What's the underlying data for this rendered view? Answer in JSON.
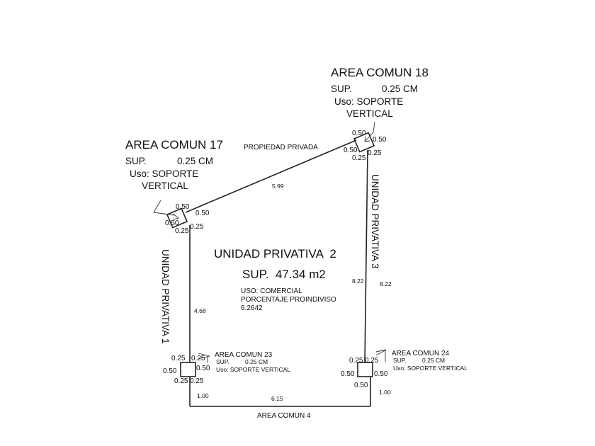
{
  "main_unit": {
    "title": "UNIDAD PRIVATIVA  2",
    "area": "SUP.  47.34 m2",
    "use": "USO: COMERCIAL",
    "percent_label": "PORCENTAJE PROINDIVISO",
    "percent_value": "6.2642"
  },
  "neighbors": {
    "top": "PROPIEDAD PRIVADA",
    "left": "UNIDAD PRIVATIVA 1",
    "right": "UNIDAD PRIVATIVA 3",
    "bottom": "AREA COMUN 4"
  },
  "edges": {
    "top": "5.99",
    "left": "4.68",
    "right_inner": "8.22",
    "right_outer": "8.22",
    "bottom": "6.15",
    "bottom_left": "1.00",
    "bottom_right": "1.00"
  },
  "areas": {
    "ac17": {
      "title": "AREA COMUN 17",
      "sup": "SUP.",
      "sup_val": "0.25 CM",
      "uso": "Uso: SOPORTE",
      "uso2": "VERTICAL",
      "d": [
        "0.50",
        "0.50",
        "0.50",
        "0.25",
        "0.25"
      ]
    },
    "ac18": {
      "title": "AREA COMUN 18",
      "sup": "SUP.",
      "sup_val": "0.25 CM",
      "uso": "Uso: SOPORTE",
      "uso2": "VERTICAL",
      "d": [
        "0.50",
        "0.50",
        "0.50",
        "0.25",
        "0.25"
      ]
    },
    "ac23": {
      "title": "AREA COMUN 23",
      "sup": "SUP.",
      "sup_val": "0.25 CM",
      "uso": "Uso: SOPORTE VERTICAL",
      "d": [
        "0.25",
        "0.25",
        "0.50",
        "0.50",
        "0.25",
        "0.25"
      ]
    },
    "ac24": {
      "title": "AREA COMUN 24",
      "sup": "SUP.",
      "sup_val": "0.25 CM",
      "uso": "Uso: SOPORTE VERTICAL",
      "d": [
        "0.25",
        "0.25",
        "0.50",
        "0.50",
        "0.50"
      ]
    }
  }
}
